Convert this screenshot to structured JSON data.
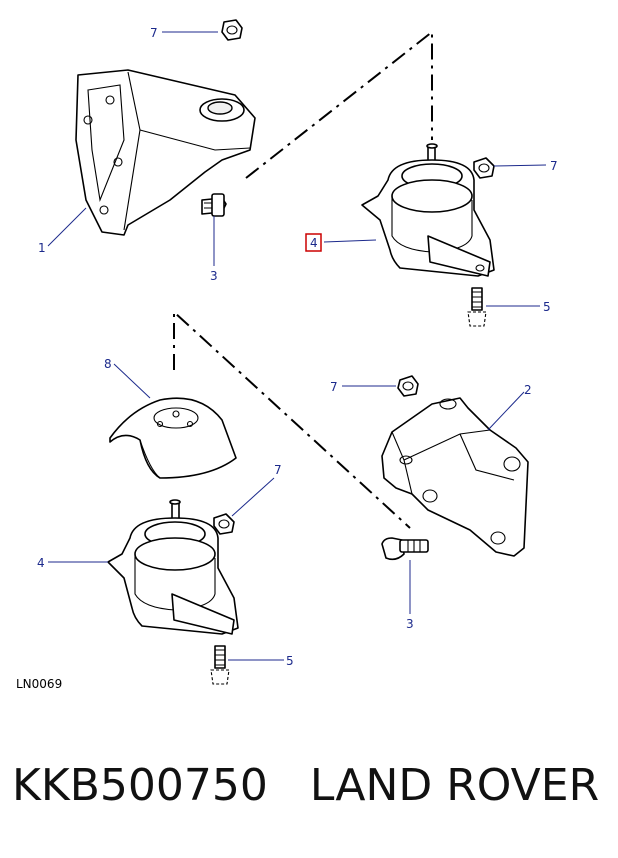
{
  "callouts": {
    "c1": "1",
    "c2": "2",
    "c3a": "3",
    "c3b": "3",
    "c4a": "4",
    "c4b": "4",
    "c5a": "5",
    "c5b": "5",
    "c7a": "7",
    "c7b": "7",
    "c7c": "7",
    "c7d": "7",
    "c8": "8"
  },
  "reference": "LN0069",
  "caption": {
    "part_number": "KKB500750",
    "brand": "LAND ROVER"
  },
  "colors": {
    "callout": "#1c2a8c",
    "highlight": "#cc0000"
  }
}
